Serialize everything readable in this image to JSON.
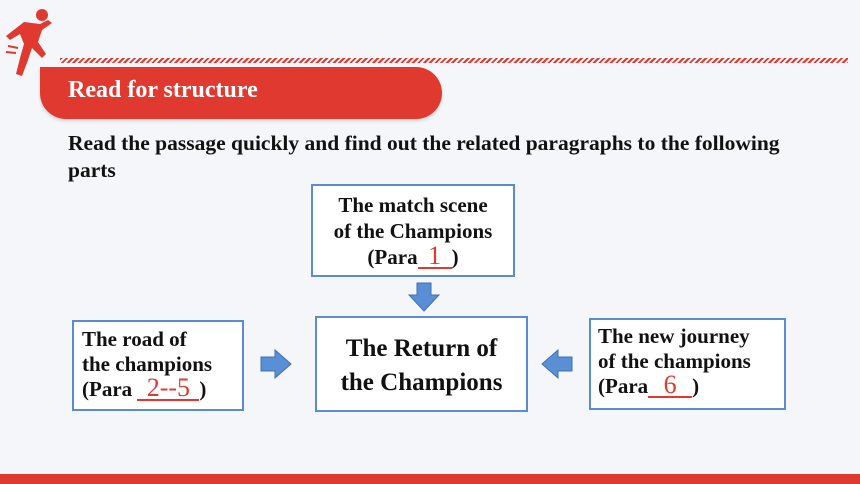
{
  "header": {
    "title": "Read for structure"
  },
  "instruction": "Read the passage quickly and find out the related paragraphs to the following parts",
  "boxes": {
    "top": {
      "line1": "The match scene",
      "line2": "of the Champions",
      "prefix": "(Para",
      "answer": "1",
      "suffix": ")"
    },
    "center": {
      "line1": "The Return of",
      "line2": "the Champions"
    },
    "left": {
      "line1": "The road of",
      "line2": "the champions",
      "prefix": "(Para ",
      "answer": "2--5",
      "suffix": ")"
    },
    "right": {
      "line1": "The new journey",
      "line2": "of the champions",
      "prefix": "(Para",
      "answer": "6",
      "suffix": ")"
    }
  },
  "colors": {
    "accent": "#e03a30",
    "box_border": "#5b8bd0",
    "arrow": "#5a8fd6"
  }
}
